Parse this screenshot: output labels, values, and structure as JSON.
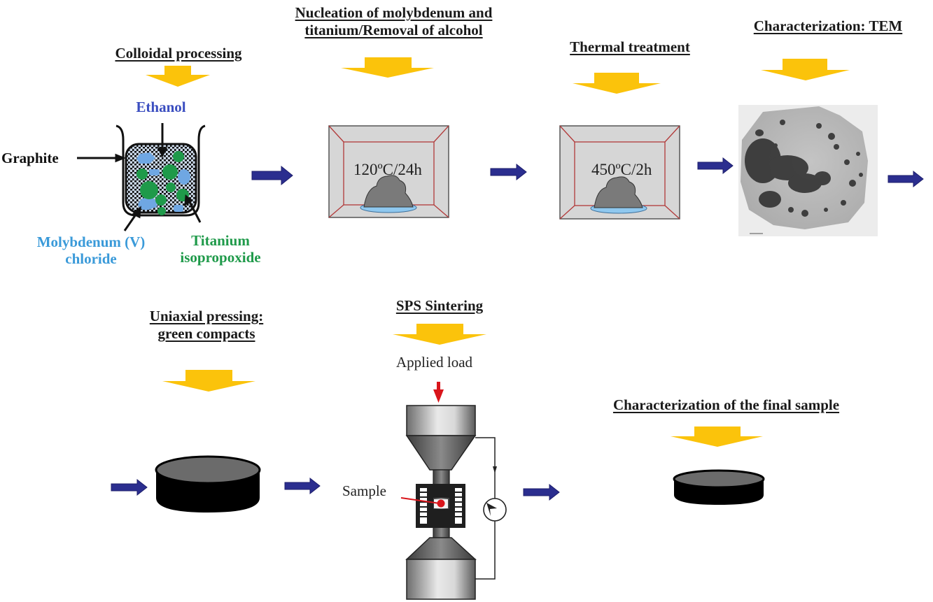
{
  "figure": {
    "title": "Processing route of Mo/Ti-graphite composite",
    "colors": {
      "step_arrow": "#fbc30b",
      "flow_arrow": "#2b2e8f",
      "ethanol": "#3b4ec0",
      "molybdenum": "#3a9ad9",
      "titanium": "#1f9a4a",
      "load_arrow": "#d9151b",
      "furnace_frame": "#b23a3a",
      "furnace_fill": "#d6d6d6",
      "tray": "#8fc8ef"
    }
  },
  "steps": [
    {
      "id": "colloidal",
      "heading": "Colloidal processing"
    },
    {
      "id": "nucleation",
      "heading_line1": "Nucleation of molybdenum and",
      "heading_line2": "titanium/Removal of alcohol",
      "furnace_label": "120ºC/24h"
    },
    {
      "id": "thermal",
      "heading": "Thermal treatment",
      "furnace_label": "450ºC/2h"
    },
    {
      "id": "tem",
      "heading": "Characterization: TEM"
    },
    {
      "id": "pressing",
      "heading_line1": "Uniaxial pressing:",
      "heading_line2": "green compacts"
    },
    {
      "id": "sps",
      "heading": "SPS Sintering",
      "load_label": "Applied load",
      "sample_label": "Sample"
    },
    {
      "id": "final",
      "heading": "Characterization of the final sample"
    }
  ],
  "beaker_labels": {
    "ethanol": "Ethanol",
    "graphite": "Graphite",
    "molybdenum_line1": "Molybdenum (V)",
    "molybdenum_line2": "chloride",
    "titanium_line1": "Titanium",
    "titanium_line2": "isopropoxide"
  }
}
